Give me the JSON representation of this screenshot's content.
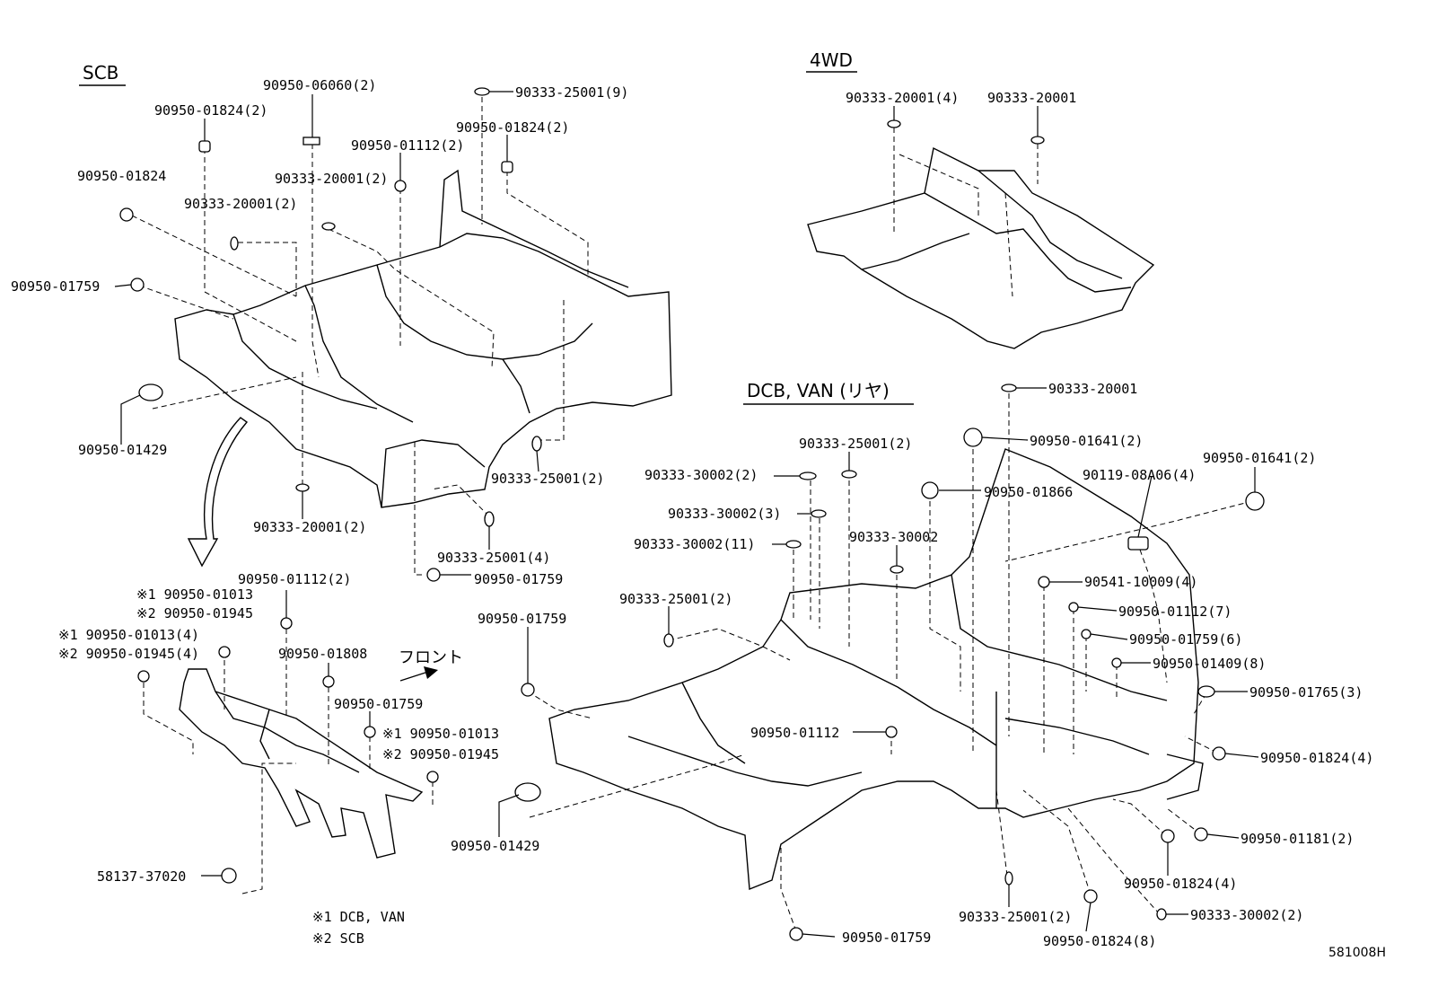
{
  "sections": {
    "scb": "SCB",
    "fourwd": "4WD",
    "dcb_van": "DCB, VAN (リヤ)"
  },
  "front_label": "フロント",
  "legend": {
    "note1": "※1  DCB, VAN",
    "note2": "※2  SCB"
  },
  "diagram_id": "581008H",
  "parts": [
    "90950-06060(2)",
    "90950-01824(2)",
    "90333-25001(9)",
    "90950-01824(2)",
    "90950-01112(2)",
    "90950-01824",
    "90333-20001(2)",
    "90333-20001(2)",
    "90950-01759",
    "90950-01429",
    "90333-25001(2)",
    "90333-20001(2)",
    "90333-25001(4)",
    "90950-01759",
    "90950-01112(2)",
    "※1 90950-01013",
    "※2 90950-01945",
    "※1 90950-01013(4)",
    "※2 90950-01945(4)",
    "90950-01808",
    "90950-01759",
    "※1 90950-01013",
    "※2 90950-01945",
    "58137-37020",
    "90333-20001(4)",
    "90333-20001",
    "90333-20001",
    "90333-25001(2)",
    "90950-01641(2)",
    "90950-01641(2)",
    "90333-30002(2)",
    "90950-01866",
    "90119-08A06(4)",
    "90333-30002(3)",
    "90333-30002(11)",
    "90333-30002",
    "90541-10009(4)",
    "90333-25001(2)",
    "90950-01112(7)",
    "90950-01759(6)",
    "90950-01409(8)",
    "90950-01765(3)",
    "90950-01759",
    "90950-01112",
    "90950-01824(4)",
    "90950-01429",
    "90950-01181(2)",
    "90950-01824(4)",
    "90333-25001(2)",
    "90333-30002(2)",
    "90950-01824(8)",
    "90950-01759"
  ]
}
